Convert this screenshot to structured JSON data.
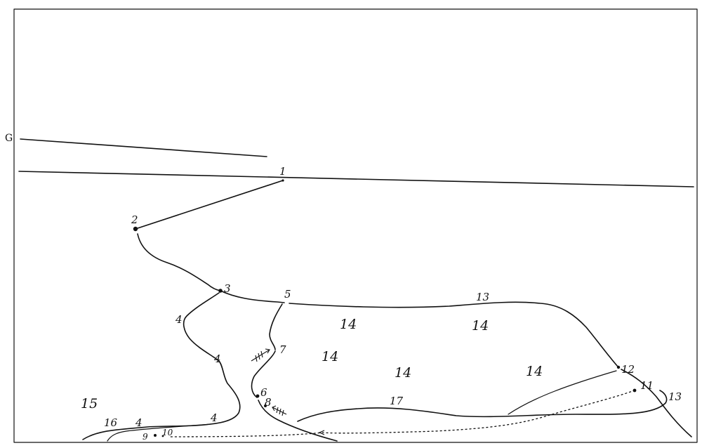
{
  "labels": {
    "g": "G",
    "p1": "1",
    "p2": "2",
    "p3": "3",
    "p4a": "4",
    "p4b": "4",
    "p4c": "4",
    "p4d": "4",
    "p5": "5",
    "p6": "6",
    "p7": "7",
    "p8": "8",
    "p9": "9",
    "p10": "10",
    "p11": "11",
    "p12": "12",
    "p13a": "13",
    "p13b": "13",
    "r14a": "14",
    "r14b": "14",
    "r14c": "14",
    "r14d": "14",
    "r14e": "14",
    "r15": "15",
    "r16": "16",
    "r17": "17"
  }
}
